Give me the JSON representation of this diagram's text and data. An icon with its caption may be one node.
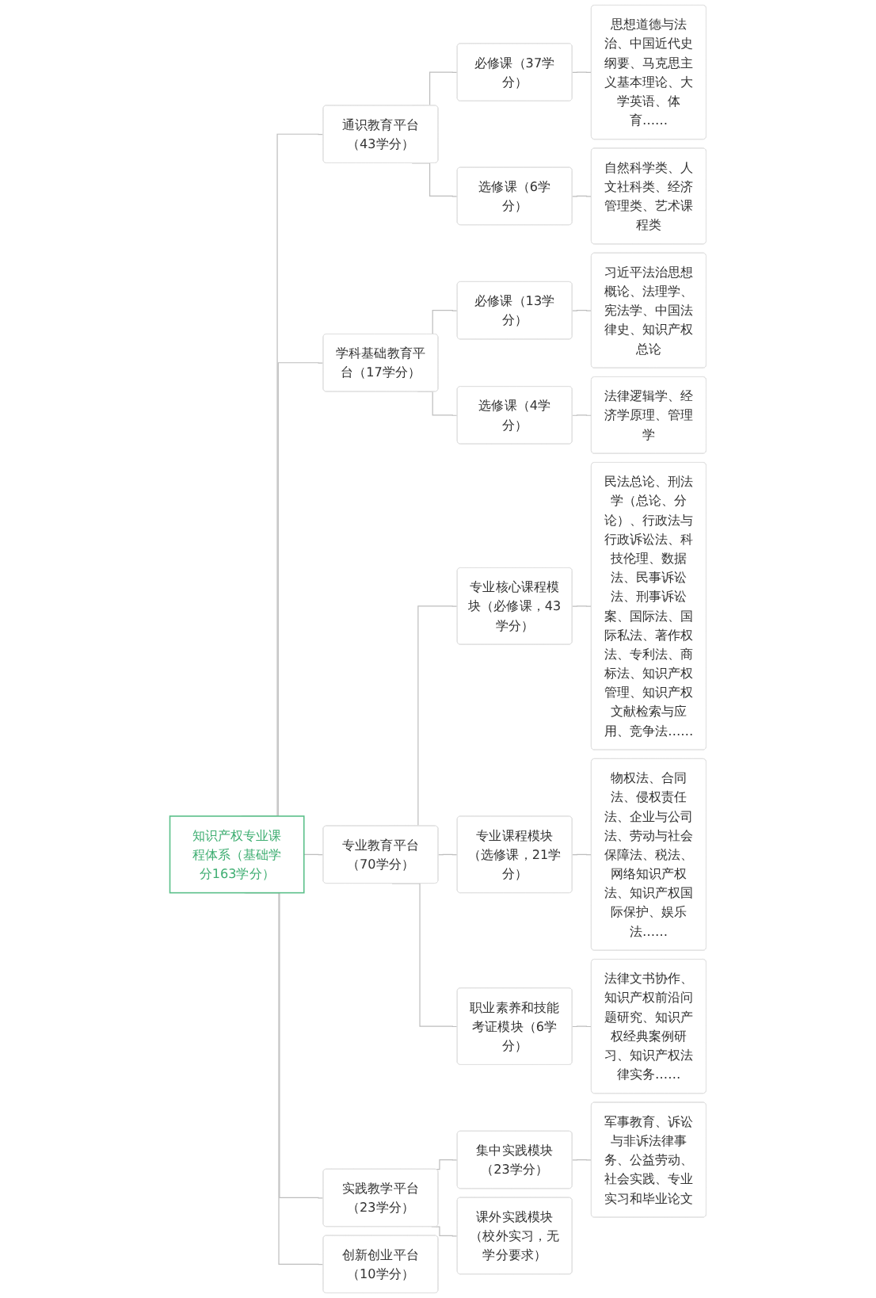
{
  "diagram": {
    "nodes": [
      {
        "text": [
          "知识产权专业课程体系（基础学分163学分）"
        ]
      },
      {
        "text": [
          "通识教育平台（43学分）"
        ]
      },
      {
        "text": [
          "必修课（37学分）"
        ]
      },
      {
        "text": [
          "思想道德与法治、中国近代史纲要、马克思主义基本理论、大学英语、体育……"
        ]
      },
      {
        "text": [
          "选修课（6学分）"
        ]
      },
      {
        "text": [
          "自然科学类、人文社科类、经济管理类、艺术课程类"
        ]
      },
      {
        "text": [
          "学科基础教育平台（17学分）"
        ]
      },
      {
        "text": [
          "必修课（13学分）"
        ]
      },
      {
        "text": [
          "习近平法治思想概论、法理学、宪法学、中国法律史、知识产权总论"
        ]
      },
      {
        "text": [
          "选修课（4学分）"
        ]
      },
      {
        "text": [
          "法律逻辑学、经济学原理、管理学"
        ]
      },
      {
        "text": [
          "专业教育平台（70学分）"
        ]
      },
      {
        "text": [
          "专业核心课程模块（必修课，43学分）"
        ]
      },
      {
        "text": [
          "民法总论、刑法学（总论、分论）、行政法与行政诉讼法、科技伦理、数据法、民事诉讼法、刑事诉讼案、国际法、国际私法、著作权法、专利法、商标法、知识产权管理、知识产权文献检索与应用、竞争法……"
        ]
      },
      {
        "text": [
          "专业课程模块（选修课，21学分）"
        ]
      },
      {
        "text": [
          "物权法、合同法、侵权责任法、企业与公司法、劳动与社会保障法、税法、网络知识产权法、知识产权国际保护、娱乐法……"
        ]
      },
      {
        "text": [
          "职业素养和技能考证模块（6学分）"
        ]
      },
      {
        "text": [
          "法律文书协作、知识产权前沿问题研究、知识产权经典案例研习、知识产权法律实务……"
        ]
      },
      {
        "text": [
          "实践教学平台（23学分）"
        ]
      },
      {
        "text": [
          "集中实践模块（23学分）"
        ]
      },
      {
        "text": [
          "军事教育、诉讼与非诉法律事务、公益劳动、社会实践、专业实习和毕业论文"
        ]
      },
      {
        "text": [
          "课外实践模块（校外实习，无学分要求）"
        ]
      },
      {
        "text": [
          "创新创业平台（10学分）"
        ]
      }
    ],
    "edges": [
      {
        "from": 0,
        "to": 1,
        "arrow": "none"
      },
      {
        "from": 1,
        "to": 2,
        "arrow": "none"
      },
      {
        "from": 2,
        "to": 3,
        "arrow": "none"
      },
      {
        "from": 1,
        "to": 4,
        "arrow": "none"
      },
      {
        "from": 4,
        "to": 5,
        "arrow": "none"
      },
      {
        "from": 0,
        "to": 6,
        "arrow": "none"
      },
      {
        "from": 6,
        "to": 7,
        "arrow": "none"
      },
      {
        "from": 7,
        "to": 8,
        "arrow": "none"
      },
      {
        "from": 6,
        "to": 9,
        "arrow": "none"
      },
      {
        "from": 9,
        "to": 10,
        "arrow": "none"
      },
      {
        "from": 0,
        "to": 11,
        "arrow": "none"
      },
      {
        "from": 11,
        "to": 12,
        "arrow": "none"
      },
      {
        "from": 12,
        "to": 13,
        "arrow": "none"
      },
      {
        "from": 11,
        "to": 14,
        "arrow": "none"
      },
      {
        "from": 14,
        "to": 15,
        "arrow": "none"
      },
      {
        "from": 11,
        "to": 16,
        "arrow": "none"
      },
      {
        "from": 16,
        "to": 17,
        "arrow": "none"
      },
      {
        "from": 0,
        "to": 18,
        "arrow": "none"
      },
      {
        "from": 18,
        "to": 19,
        "arrow": "none"
      },
      {
        "from": 19,
        "to": 20,
        "arrow": "none"
      },
      {
        "from": 18,
        "to": 21,
        "arrow": "none"
      },
      {
        "from": 0,
        "to": 22,
        "arrow": "none"
      }
    ]
  }
}
